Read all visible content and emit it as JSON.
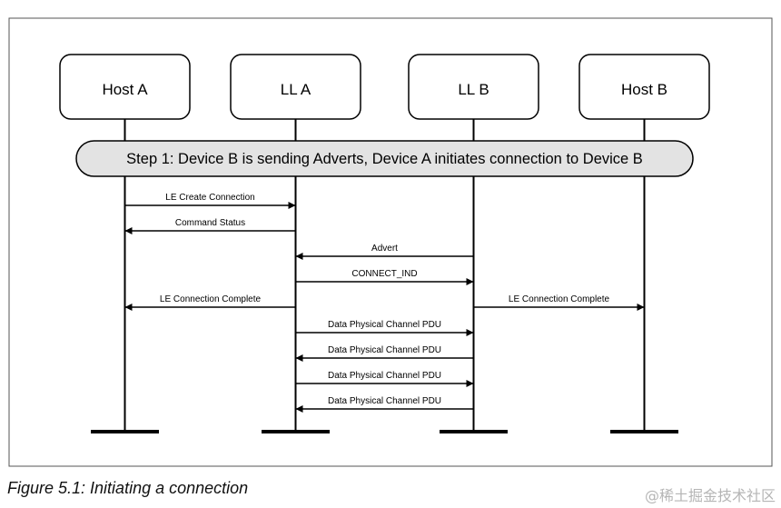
{
  "participants": [
    {
      "id": "hostA",
      "label": "Host A"
    },
    {
      "id": "llA",
      "label": "LL A"
    },
    {
      "id": "llB",
      "label": "LL B"
    },
    {
      "id": "hostB",
      "label": "Host B"
    }
  ],
  "step": {
    "label": "Step 1: Device B is sending Adverts, Device A initiates connection to Device B"
  },
  "messages": [
    {
      "from": "hostA",
      "to": "llA",
      "label": "LE Create Connection"
    },
    {
      "from": "llA",
      "to": "hostA",
      "label": "Command Status"
    },
    {
      "from": "llB",
      "to": "llA",
      "label": "Advert"
    },
    {
      "from": "llA",
      "to": "llB",
      "label": "CONNECT_IND"
    },
    {
      "from": "llA",
      "to": "hostA",
      "label": "LE Connection Complete"
    },
    {
      "from": "llB",
      "to": "hostB",
      "label": "LE Connection Complete"
    },
    {
      "from": "llA",
      "to": "llB",
      "label": "Data Physical Channel PDU"
    },
    {
      "from": "llB",
      "to": "llA",
      "label": "Data Physical Channel PDU"
    },
    {
      "from": "llA",
      "to": "llB",
      "label": "Data Physical Channel PDU"
    },
    {
      "from": "llB",
      "to": "llA",
      "label": "Data Physical Channel PDU"
    }
  ],
  "caption": "Figure 5.1:  Initiating a connection",
  "watermark": "@稀土掘金技术社区",
  "colors": {
    "line": "#000000",
    "step_fill": "#e3e3e3"
  }
}
